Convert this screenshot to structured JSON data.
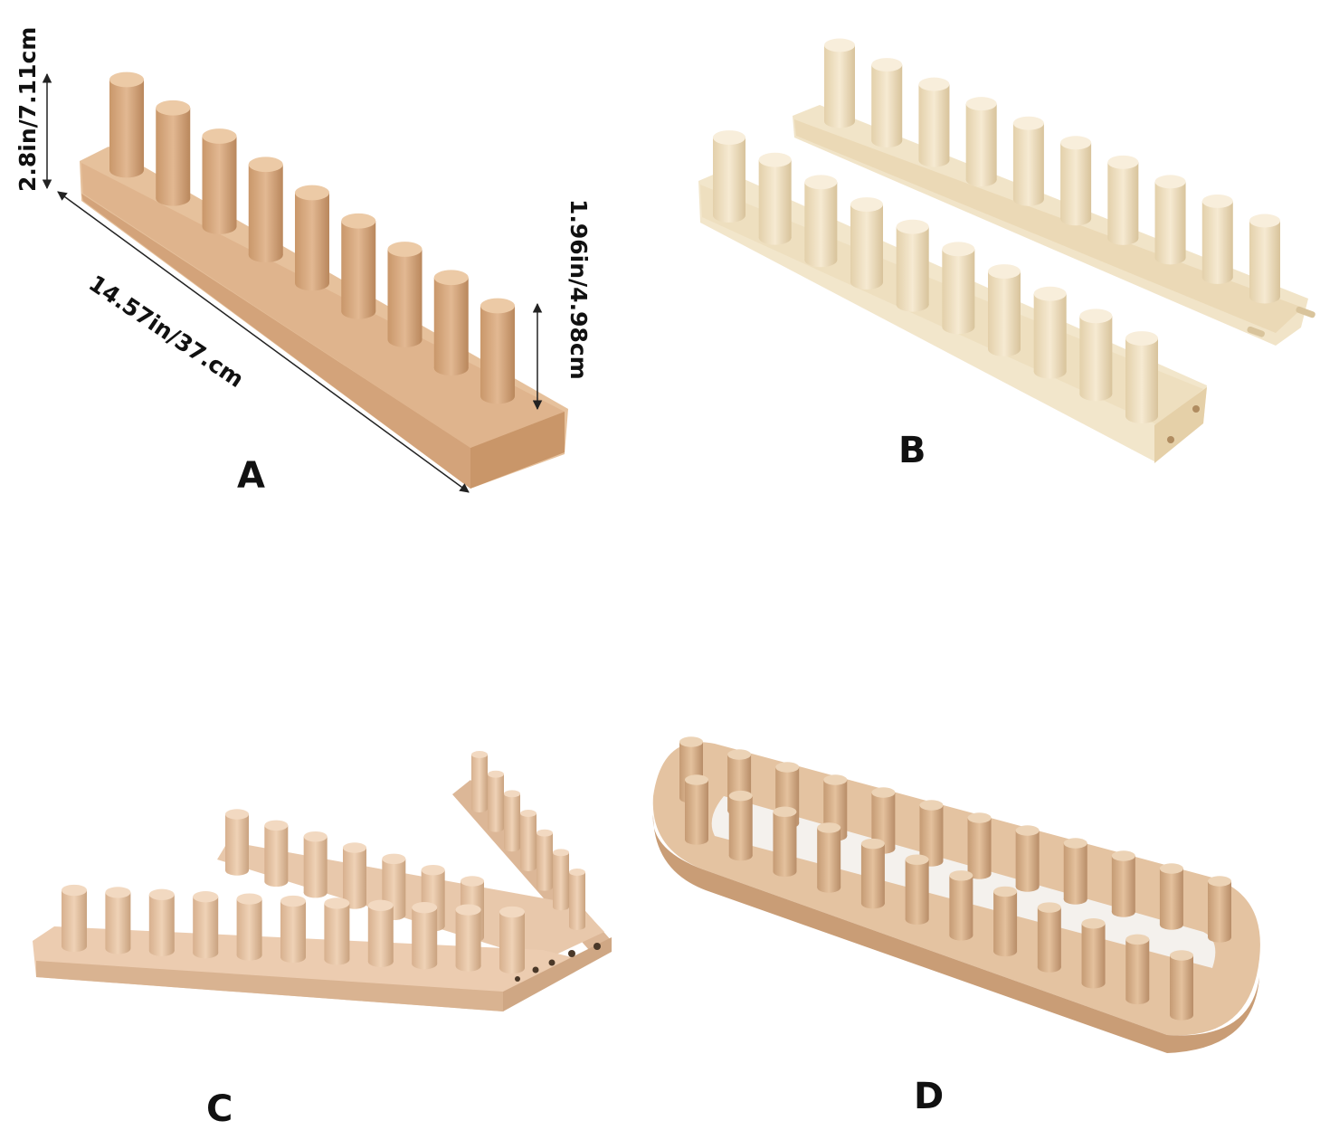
{
  "panels": {
    "a": {
      "letter": "A",
      "height_label": "2.8in/7.11cm",
      "length_label": "14.57in/37.cm",
      "peg_label": "1.96in/4.98cm",
      "wood_color": "#d9b08c",
      "peg_count": 9
    },
    "b": {
      "letter": "B",
      "wood_color": "#f1e3c6",
      "peg_count": 10
    },
    "c": {
      "letter": "C",
      "wood_color": "#e6c4a5",
      "peg_count": 11
    },
    "d": {
      "letter": "D",
      "wood_color": "#dcb591",
      "peg_count": 12
    }
  },
  "icons": {
    "arrow": "double-headed-arrow"
  }
}
